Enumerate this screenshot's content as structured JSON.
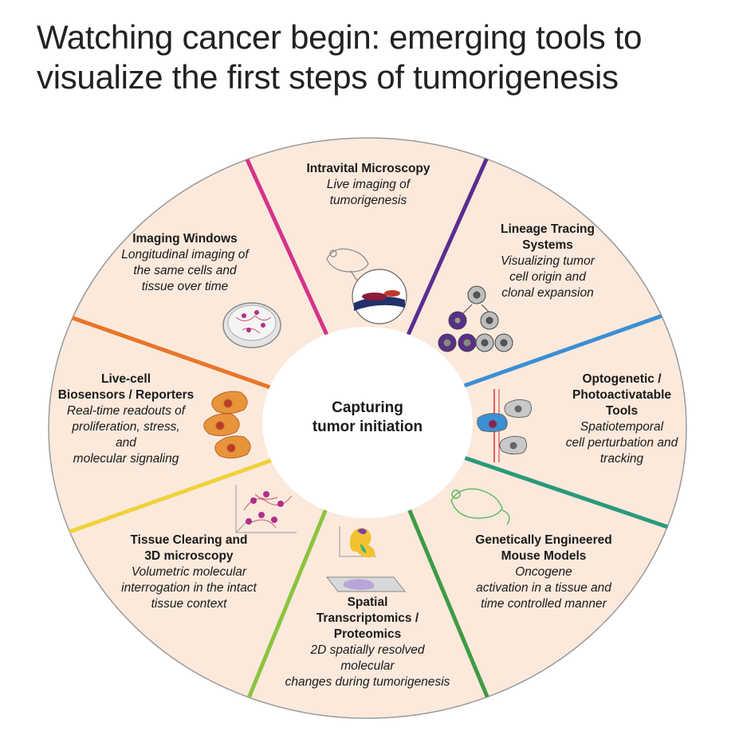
{
  "title": {
    "line1": "Watching cancer begin: emerging tools to",
    "line2": "visualize the first steps of tumorigenesis"
  },
  "center": {
    "line1": "Capturing",
    "line2": "tumor initiation"
  },
  "colors": {
    "wheel_fill": "#fbe9dc",
    "wheel_stroke": "#9a9a9a",
    "center_fill": "#ffffff",
    "divider_magenta": "#d6338a",
    "divider_purple": "#5b2d8f",
    "divider_blue": "#3b8fd4",
    "divider_teal": "#2a9a7a",
    "divider_green": "#4ea84a",
    "divider_yellow": "#f0d23a",
    "divider_orange": "#e8762b"
  },
  "segments": {
    "intravital": {
      "heading": "Intravital Microscopy",
      "desc1": "Live imaging of",
      "desc2": "tumorigenesis",
      "icon": "mouse-microscopy-icon"
    },
    "lineage": {
      "heading1": "Lineage Tracing",
      "heading2": "Systems",
      "desc1": "Visualizing tumor",
      "desc2": "cell origin and",
      "desc3": "clonal expansion",
      "icon": "lineage-tree-icon"
    },
    "optogenetic": {
      "heading1": "Optogenetic /",
      "heading2": "Photoactivatable",
      "heading3": "Tools",
      "desc1": "Spatiotemporal",
      "desc2": "cell perturbation and",
      "desc3": "tracking",
      "icon": "photoactivated-cells-icon"
    },
    "gemm": {
      "heading1": "Genetically Engineered",
      "heading2": "Mouse Models",
      "desc1": "Oncogene",
      "desc2": "activation in a tissue and",
      "desc3": "time controlled manner",
      "icon": "mouse-outline-icon"
    },
    "spatial": {
      "heading1": "Spatial",
      "heading2": "Transcriptomics /",
      "heading3": "Proteomics",
      "desc1": "2D spatially resolved",
      "desc2": "molecular",
      "desc3": "changes during tumorigenesis",
      "icon": "tissue-slide-icon"
    },
    "clearing": {
      "heading1": "Tissue Clearing and",
      "heading2": "3D microscopy",
      "desc1": "Volumetric molecular",
      "desc2": "interrogation in the intact",
      "desc3": "tissue context",
      "icon": "3d-volume-icon"
    },
    "biosensors": {
      "heading1": "Live-cell",
      "heading2": "Biosensors / Reporters",
      "desc1": "Real-time readouts of",
      "desc2": "proliferation, stress,",
      "desc3": "and",
      "desc4": "molecular signaling",
      "icon": "reporter-cells-icon"
    },
    "windows": {
      "heading": "Imaging Windows",
      "desc1": "Longitudinal imaging of",
      "desc2": "the same cells and",
      "desc3": "tissue over time",
      "icon": "petri-dish-icon"
    }
  }
}
